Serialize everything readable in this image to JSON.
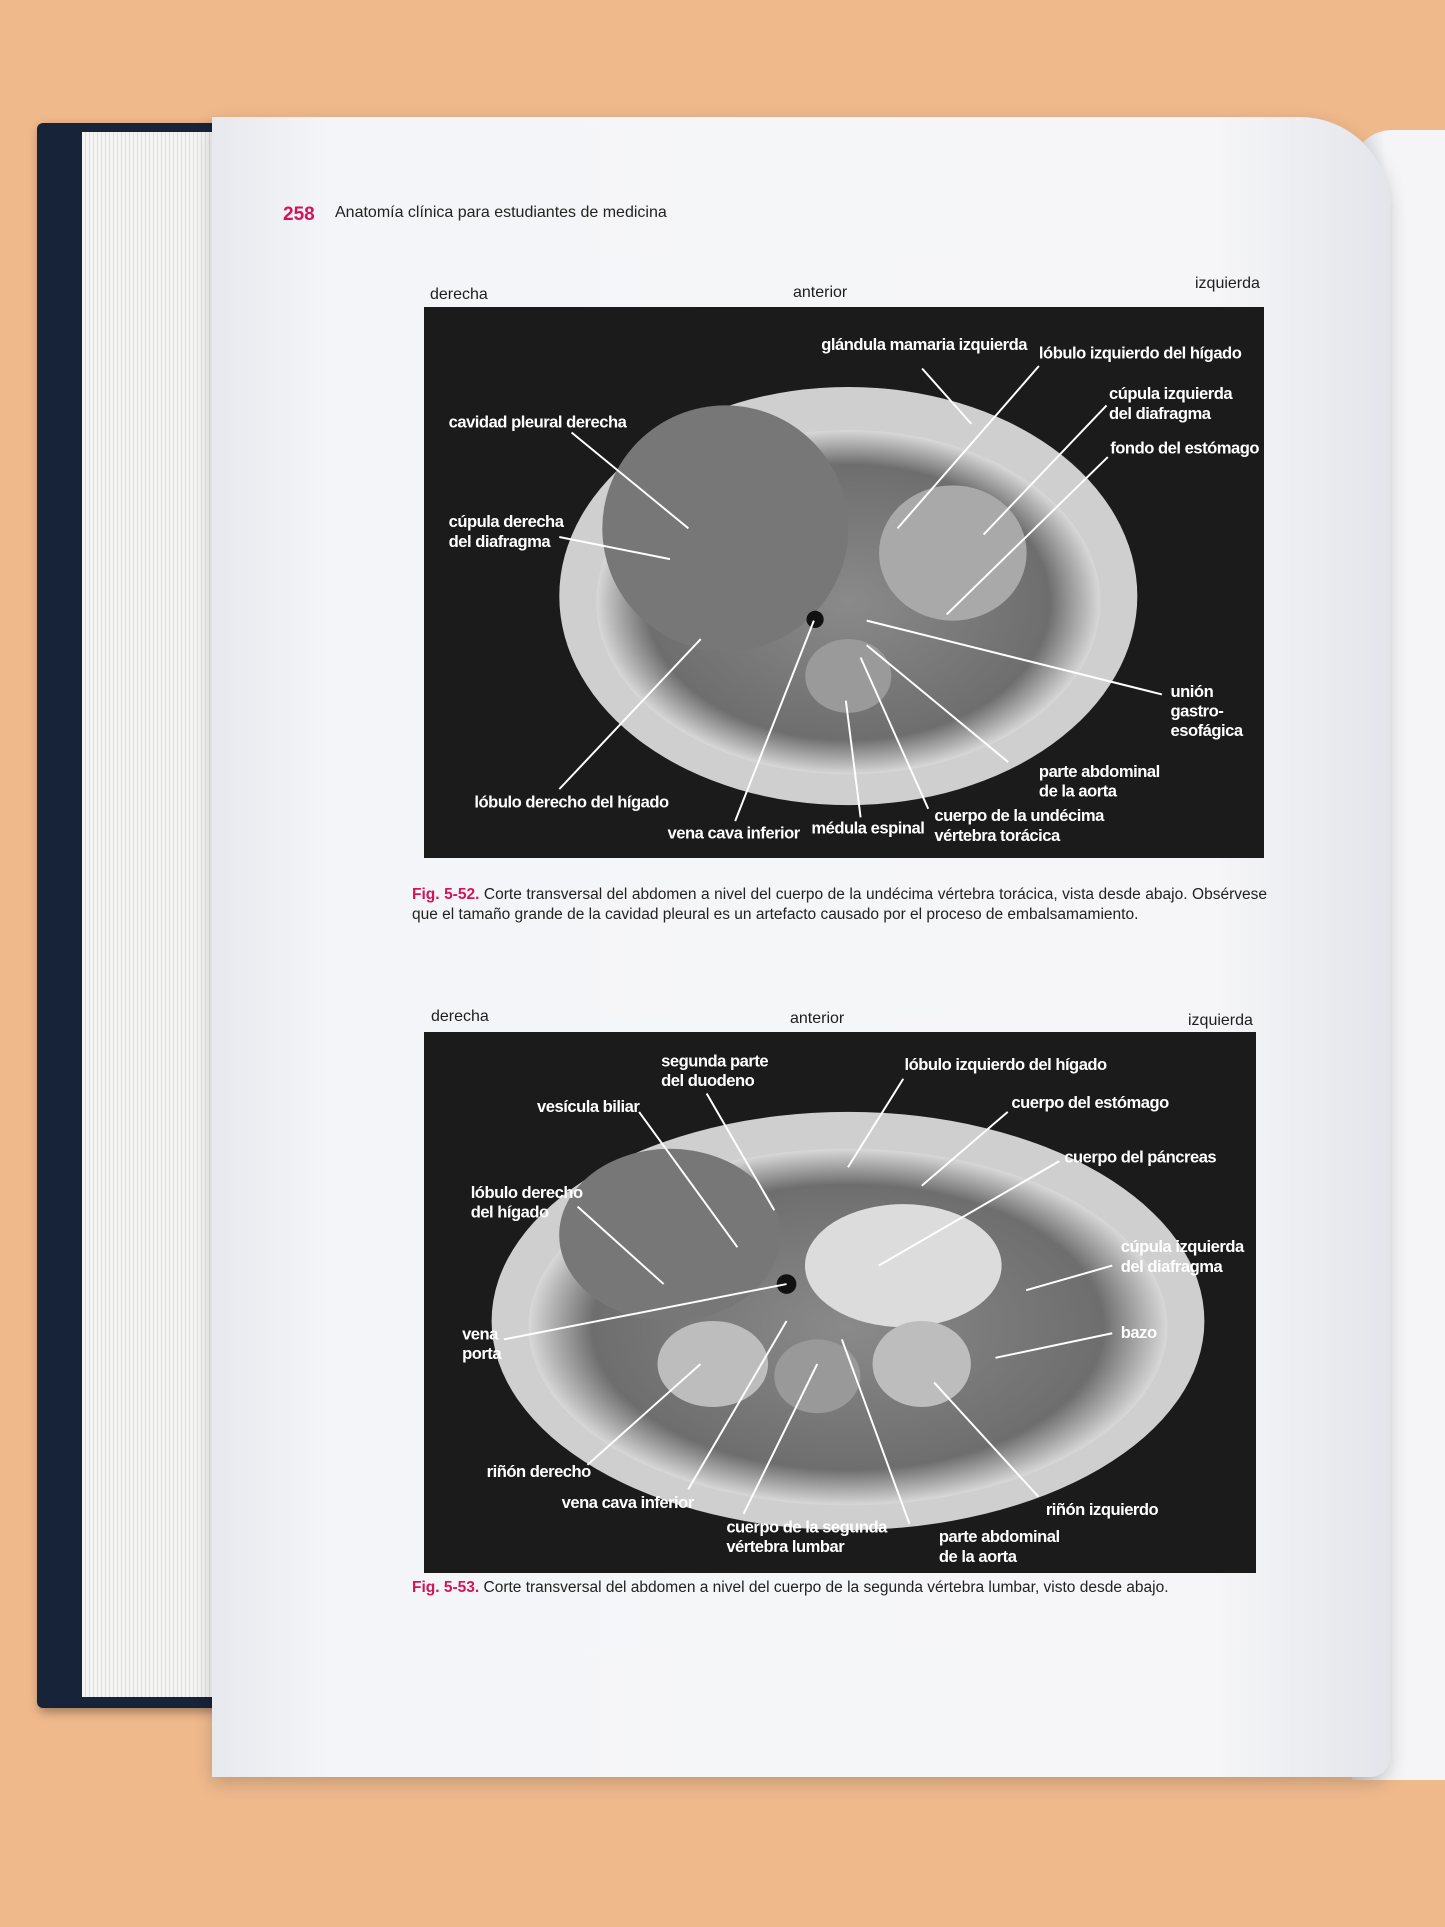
{
  "header": {
    "page_number": "258",
    "title": "Anatomía clínica para estudiantes de medicina"
  },
  "figures": [
    {
      "orientation": {
        "left": "derecha",
        "center": "anterior",
        "right": "izquierda"
      },
      "labels": [
        {
          "lines": [
            "glándula mamaria izquierda"
          ]
        },
        {
          "lines": [
            "lóbulo izquierdo del hígado"
          ]
        },
        {
          "lines": [
            "cúpula izquierda",
            "del diafragma"
          ]
        },
        {
          "lines": [
            "fondo del estómago"
          ]
        },
        {
          "lines": [
            "cavidad pleural derecha"
          ]
        },
        {
          "lines": [
            "cúpula derecha",
            "del diafragma"
          ]
        },
        {
          "lines": [
            "unión",
            "gastro-",
            "esofágica"
          ]
        },
        {
          "lines": [
            "parte abdominal",
            "de la aorta"
          ]
        },
        {
          "lines": [
            "cuerpo de la undécima",
            "vértebra torácica"
          ]
        },
        {
          "lines": [
            "médula espinal"
          ]
        },
        {
          "lines": [
            "vena cava inferior"
          ]
        },
        {
          "lines": [
            "lóbulo derecho del hígado"
          ]
        }
      ],
      "caption": {
        "label": "Fig. 5-52.",
        "text": "Corte transversal del abdomen a nivel del cuerpo de la undécima vértebra torácica, vista desde abajo. Obsérvese que el tamaño grande de la cavidad pleural es un artefacto causado por el proceso de embalsamamiento."
      }
    },
    {
      "orientation": {
        "left": "derecha",
        "center": "anterior",
        "right": "izquierda"
      },
      "labels": [
        {
          "lines": [
            "segunda parte",
            "del duodeno"
          ]
        },
        {
          "lines": [
            "vesícula biliar"
          ]
        },
        {
          "lines": [
            "lóbulo izquierdo del hígado"
          ]
        },
        {
          "lines": [
            "cuerpo del estómago"
          ]
        },
        {
          "lines": [
            "cuerpo del páncreas"
          ]
        },
        {
          "lines": [
            "lóbulo derecho",
            "del hígado"
          ]
        },
        {
          "lines": [
            "cúpula izquierda",
            "del diafragma"
          ]
        },
        {
          "lines": [
            "vena",
            "porta"
          ]
        },
        {
          "lines": [
            "bazo"
          ]
        },
        {
          "lines": [
            "riñón derecho"
          ]
        },
        {
          "lines": [
            "vena cava inferior"
          ]
        },
        {
          "lines": [
            "cuerpo de la segunda",
            "vértebra lumbar"
          ]
        },
        {
          "lines": [
            "riñón izquierdo"
          ]
        },
        {
          "lines": [
            "parte abdominal",
            "de la aorta"
          ]
        }
      ],
      "caption": {
        "label": "Fig. 5-53.",
        "text": "Corte transversal del abdomen a nivel del cuerpo de la segunda vértebra lumbar, visto desde abajo."
      }
    }
  ]
}
